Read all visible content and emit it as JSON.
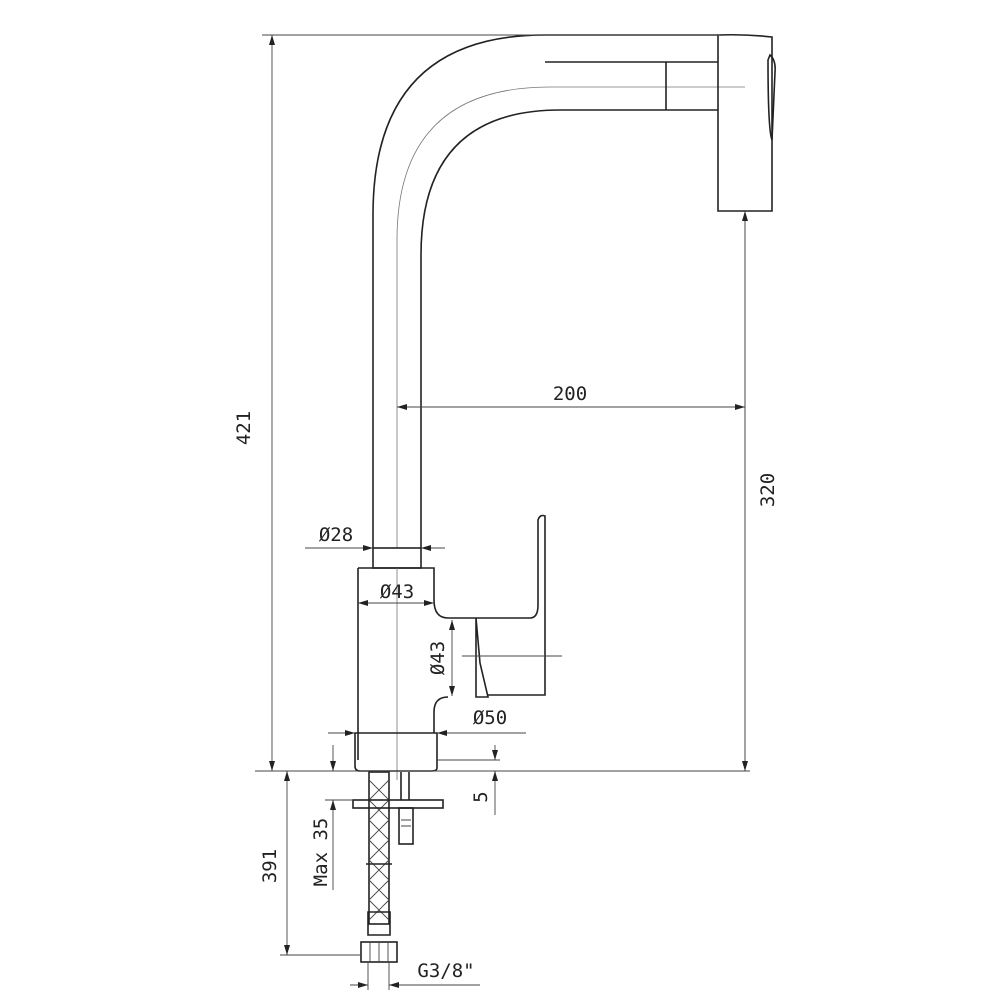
{
  "dimensions": {
    "total_height": "421",
    "spout_height": "320",
    "spout_reach": "200",
    "spout_diameter": "Ø28",
    "body_diameter": "Ø43",
    "handle_diameter": "Ø43",
    "base_diameter": "Ø50",
    "base_thickness": "5",
    "max_counter": "Max 35",
    "hose_length": "391",
    "connection": "G3/8\""
  }
}
